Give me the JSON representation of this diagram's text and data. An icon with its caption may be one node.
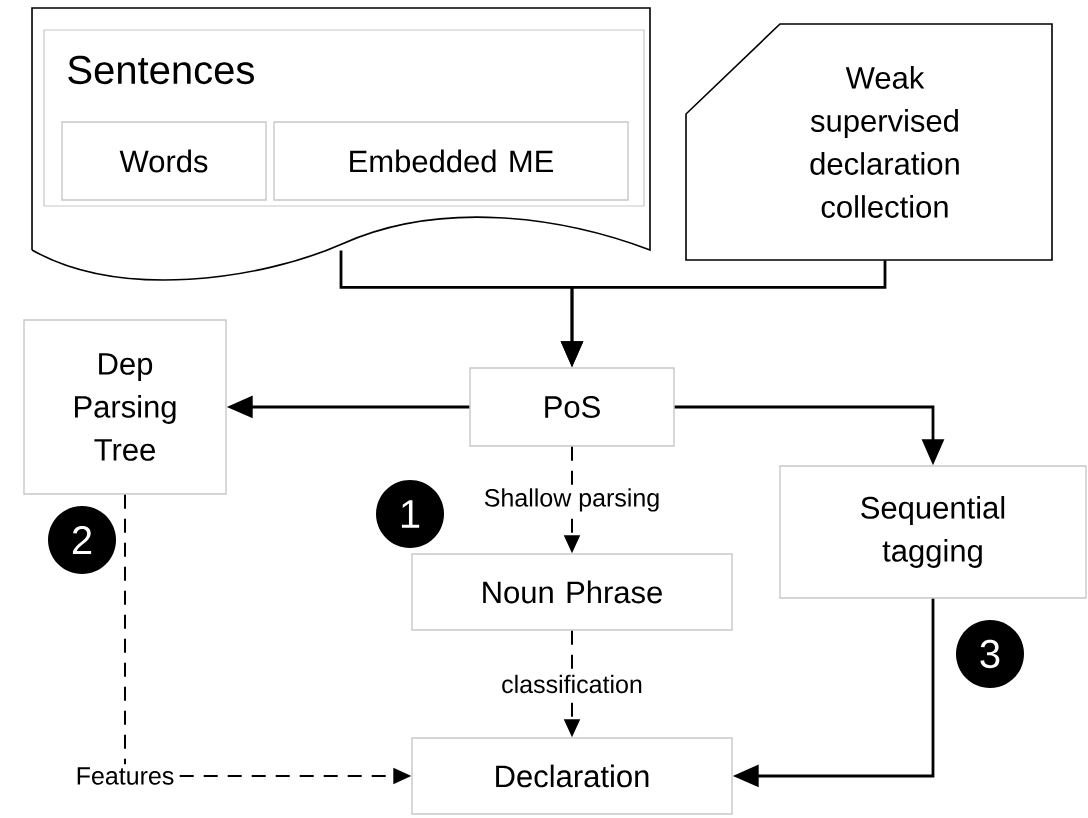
{
  "diagram": {
    "nodes": [
      {
        "text": [
          "Sentences"
        ]
      },
      {
        "text": [
          "Words"
        ],
        "in": 0
      },
      {
        "text": [
          "Embedded ME"
        ],
        "in": 0
      },
      {
        "text": [
          "Weak supervised declaration collection"
        ]
      },
      {
        "text": [
          "Dep Parsing Tree"
        ]
      },
      {
        "text": [
          "PoS"
        ]
      },
      {
        "text": [
          "Noun Phrase"
        ]
      },
      {
        "text": [
          "Sequential tagging"
        ]
      },
      {
        "text": [
          "Declaration"
        ]
      }
    ],
    "edges": [
      {
        "from": 0,
        "to": 5,
        "arrow": "to"
      },
      {
        "from": 3,
        "to": 5,
        "arrow": "to"
      },
      {
        "from": 5,
        "to": 4,
        "arrow": "to"
      },
      {
        "from": 5,
        "to": 7,
        "arrow": "to"
      },
      {
        "from": 5,
        "to": 6,
        "arrow": "to",
        "style": "dashed",
        "label": "Shallow parsing"
      },
      {
        "from": 6,
        "to": 8,
        "arrow": "to",
        "style": "dashed",
        "label": "classification"
      },
      {
        "from": 4,
        "to": 8,
        "arrow": "to",
        "style": "dashed",
        "label": "Features"
      },
      {
        "from": 7,
        "to": 8,
        "arrow": "to"
      }
    ],
    "labels": [
      "1",
      "2",
      "3"
    ]
  }
}
